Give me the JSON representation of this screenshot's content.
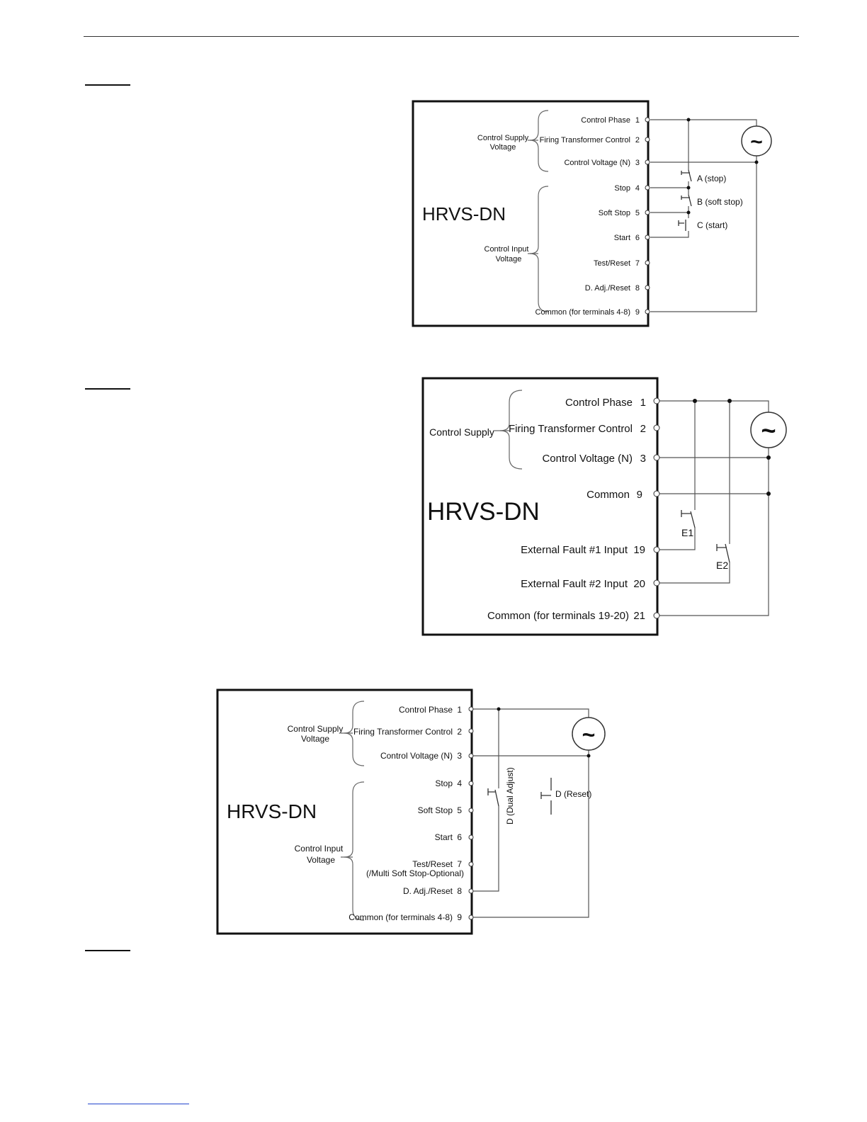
{
  "diagram1": {
    "device": "HRVS-DN",
    "group_supply": [
      "Control Supply",
      "Voltage"
    ],
    "group_input": [
      "Control Input",
      "Voltage"
    ],
    "terminals": [
      {
        "label": "Control Phase",
        "num": "1"
      },
      {
        "label": "Firing Transformer Control",
        "num": "2"
      },
      {
        "label": "Control Voltage (N)",
        "num": "3"
      },
      {
        "label": "Stop",
        "num": "4"
      },
      {
        "label": "Soft Stop",
        "num": "5"
      },
      {
        "label": "Start",
        "num": "6"
      },
      {
        "label": "Test/Reset",
        "num": "7"
      },
      {
        "label": "D. Adj./Reset",
        "num": "8"
      },
      {
        "label": "Common (for terminals 4-8)",
        "num": "9"
      }
    ],
    "switches": [
      "A (stop)",
      "B (soft stop)",
      "C (start)"
    ],
    "source_symbol": "~"
  },
  "diagram2": {
    "device": "HRVS-DN",
    "group_supply": "Control Supply",
    "terminals": [
      {
        "label": "Control Phase",
        "num": "1"
      },
      {
        "label": "Firing Transformer Control",
        "num": "2"
      },
      {
        "label": "Control Voltage (N)",
        "num": "3"
      },
      {
        "label": "Common",
        "num": "9"
      },
      {
        "label": "External Fault #1 Input",
        "num": "19"
      },
      {
        "label": "External Fault #2 Input",
        "num": "20"
      },
      {
        "label": "Common (for terminals 19-20)",
        "num": "21"
      }
    ],
    "switches": [
      "E1",
      "E2"
    ],
    "source_symbol": "~"
  },
  "diagram3": {
    "device": "HRVS-DN",
    "group_supply": [
      "Control Supply",
      "Voltage"
    ],
    "group_input": [
      "Control Input",
      "Voltage"
    ],
    "terminals": [
      {
        "label": "Control Phase",
        "num": "1"
      },
      {
        "label": "Firing Transformer Control",
        "num": "2"
      },
      {
        "label": "Control Voltage (N)",
        "num": "3"
      },
      {
        "label": "Stop",
        "num": "4"
      },
      {
        "label": "Soft Stop",
        "num": "5"
      },
      {
        "label": "Start",
        "num": "6"
      },
      {
        "label": "Test/Reset",
        "num": "7"
      },
      {
        "label": "D. Adj./Reset",
        "num": "8"
      },
      {
        "label": "Common (for terminals 4-8)",
        "num": "9"
      }
    ],
    "terminal7_note": "(/Multi Soft Stop-Optional)",
    "switches": [
      "D (Dual Adjust)",
      "D (Reset)"
    ],
    "source_symbol": "~"
  }
}
